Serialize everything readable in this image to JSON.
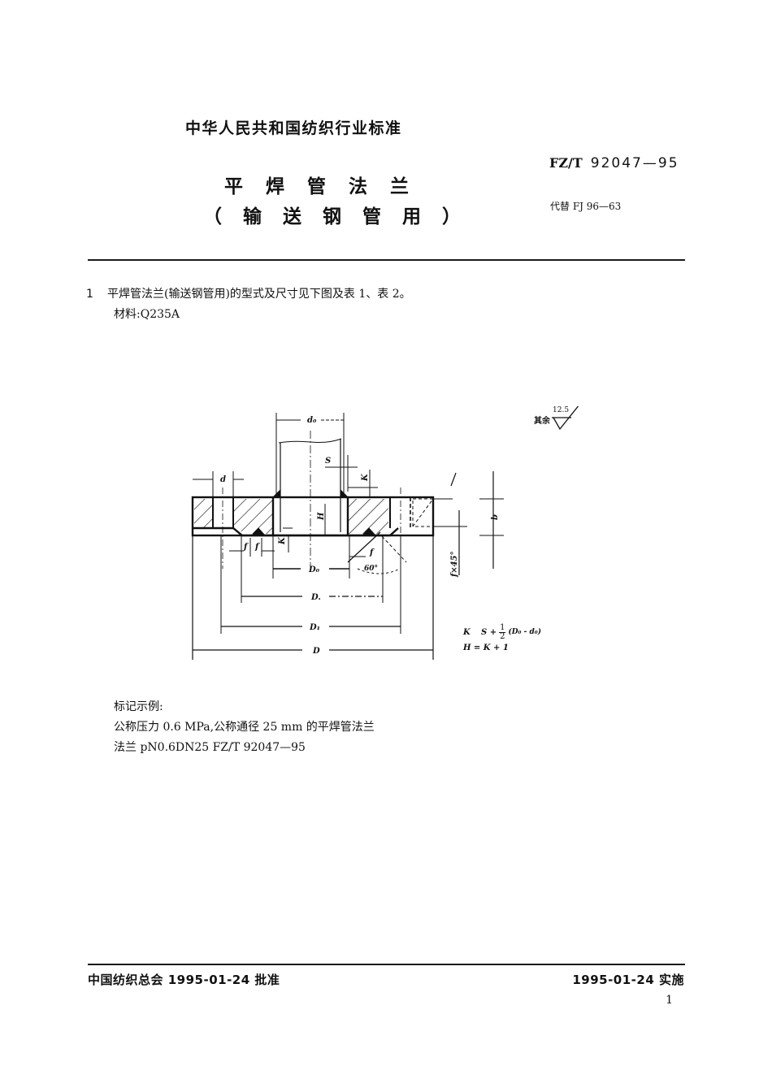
{
  "header": {
    "org_title": "中华人民共和国纺织行业标准",
    "standard_prefix": "FZ/T",
    "standard_number": "92047—95",
    "replaces": "代替 FJ 96—63",
    "title_line1": "平焊管法兰",
    "title_line2": "（输送钢管用）"
  },
  "body": {
    "clause_number": "1",
    "clause_text": "平焊管法兰(输送钢管用)的型式及尺寸见下图及表 1、表 2。",
    "material": "材料:Q235A"
  },
  "drawing": {
    "roughness_label": "其余",
    "roughness_value": "12.5",
    "dim_labels": {
      "d0": "d₀",
      "d": "d",
      "S": "S",
      "K_top": "K",
      "K_bottom": "K",
      "H": "H",
      "b": "b",
      "f": "f",
      "f1": "f",
      "f2": "f",
      "f_angle": "f×45°",
      "angle": "60°",
      "D0": "D₀",
      "Ds": "D.",
      "D1": "D₁",
      "D": "D"
    },
    "formula_line1_left": "K",
    "formula_line1_expr": "S + ",
    "formula_frac_num": "1",
    "formula_frac_den": "2",
    "formula_line1_tail": "(D₀ - d₀)",
    "formula_line2": "H = K + 1"
  },
  "example": {
    "heading": "标记示例:",
    "line1": "公称压力 0.6 MPa,公称通径 25 mm 的平焊管法兰",
    "line2": "法兰 pN0.6DN25 FZ/T 92047—95"
  },
  "footer": {
    "approved": "中国纺织总会 1995-01-24 批准",
    "effective": "1995-01-24 实施",
    "page_number": "1"
  }
}
